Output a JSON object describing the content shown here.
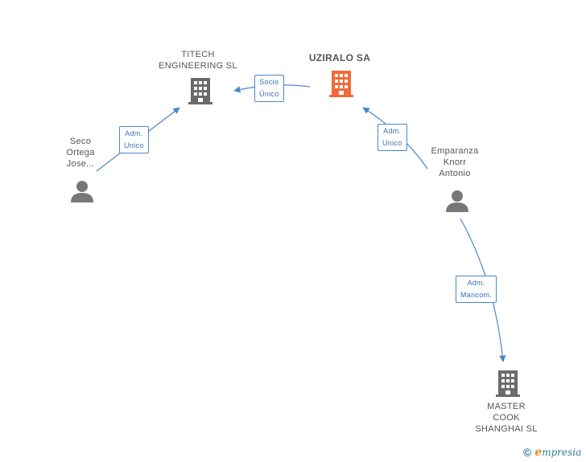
{
  "nodes": {
    "uziralo": {
      "name": "UZIRALO SA",
      "type": "company-main",
      "color": "#f26a3a"
    },
    "titech": {
      "name_lines": [
        "TITECH",
        "ENGINEERING SL"
      ],
      "type": "company"
    },
    "seco": {
      "name_lines": [
        "Seco",
        "Ortega",
        "Jose..."
      ],
      "type": "person"
    },
    "emparanza": {
      "name_lines": [
        "Emparanza",
        "Knorr",
        "Antonio"
      ],
      "type": "person"
    },
    "master": {
      "name_lines": [
        "MASTER",
        "COOK",
        "SHANGHAI  SL"
      ],
      "type": "company"
    }
  },
  "edges": {
    "socio": {
      "lines": [
        "Socio",
        "Único"
      ]
    },
    "adm_seco": {
      "lines": [
        "Adm.",
        "Unico"
      ]
    },
    "adm_emparanza": {
      "lines": [
        "Adm.",
        "Unico"
      ]
    },
    "mancom": {
      "lines": [
        "Adm.",
        "Mancom."
      ]
    }
  },
  "colors": {
    "edge": "#4a86c8",
    "company_icon": "#6b6b6b",
    "main_company_icon": "#f26a3a",
    "person_icon": "#777777"
  },
  "footer": {
    "copyright_symbol": "©",
    "brand_initial": "e",
    "brand_rest": "mpresia"
  }
}
